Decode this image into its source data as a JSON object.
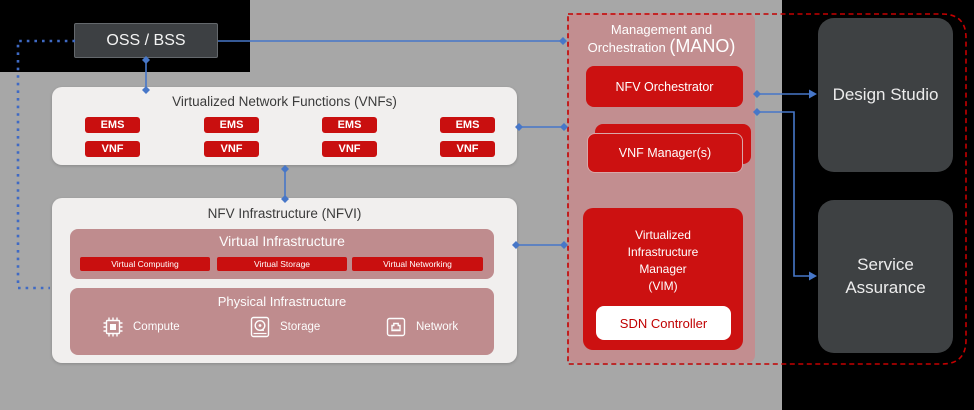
{
  "colors": {
    "connector_blue": "#4777c8",
    "dashed_red": "#c40000",
    "box_red": "#cc1111",
    "mano_pink": "#c28e90",
    "infra_mauve": "#bf8c8e",
    "panel_white": "#f1efee",
    "background_gray": "#a7a7a7",
    "dark_card": "#3e4143"
  },
  "oss_bss": {
    "label": "OSS / BSS"
  },
  "vnfs": {
    "title": "Virtualized Network Functions (VNFs)",
    "columns": [
      {
        "ems": "EMS",
        "vnf": "VNF"
      },
      {
        "ems": "EMS",
        "vnf": "VNF"
      },
      {
        "ems": "EMS",
        "vnf": "VNF"
      },
      {
        "ems": "EMS",
        "vnf": "VNF"
      }
    ]
  },
  "nfvi": {
    "title": "NFV Infrastructure (NFVI)",
    "virtual": {
      "title": "Virtual Infrastructure",
      "items": [
        "Virtual Computing",
        "Virtual Storage",
        "Virtual Networking"
      ]
    },
    "physical": {
      "title": "Physical Infrastructure",
      "items": [
        {
          "icon": "cpu-chip-icon",
          "label": "Compute"
        },
        {
          "icon": "hard-drive-icon",
          "label": "Storage"
        },
        {
          "icon": "ethernet-port-icon",
          "label": "Network"
        }
      ]
    }
  },
  "mano": {
    "title_line1": "Management and",
    "title_line2": "Orchestration ",
    "title_acronym": "(MANO)",
    "nfv_orchestrator": "NFV Orchestrator",
    "vnf_manager": "VNF Manager(s)",
    "vim": {
      "lines": [
        "Virtualized",
        "Infrastructure",
        "Manager",
        "(VIM)"
      ],
      "sdn_controller": "SDN Controller"
    }
  },
  "right_panel": {
    "design_studio": "Design Studio",
    "service_assurance": "Service Assurance"
  }
}
